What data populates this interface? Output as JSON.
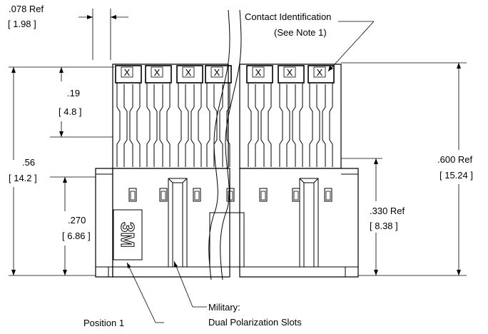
{
  "dimensions": {
    "ref_078": ".078 Ref",
    "ref_078_mm": "[ 1.98 ]",
    "d_19": ".19",
    "d_19_mm": "[ 4.8 ]",
    "d_56": ".56",
    "d_56_mm": "[ 14.2 ]",
    "d_270": ".270",
    "d_270_mm": "[ 6.86 ]",
    "ref_600": ".600 Ref",
    "ref_600_mm": "[ 15.24 ]",
    "ref_330": ".330 Ref",
    "ref_330_mm": "[ 8.38 ]"
  },
  "callouts": {
    "contact_id": "Contact Identification",
    "see_note": "(See Note 1)",
    "military": "Military:",
    "dual_slots": "Dual Polarization Slots",
    "position1": "Position 1"
  },
  "contact_mark": "X",
  "logo_text": "3M"
}
